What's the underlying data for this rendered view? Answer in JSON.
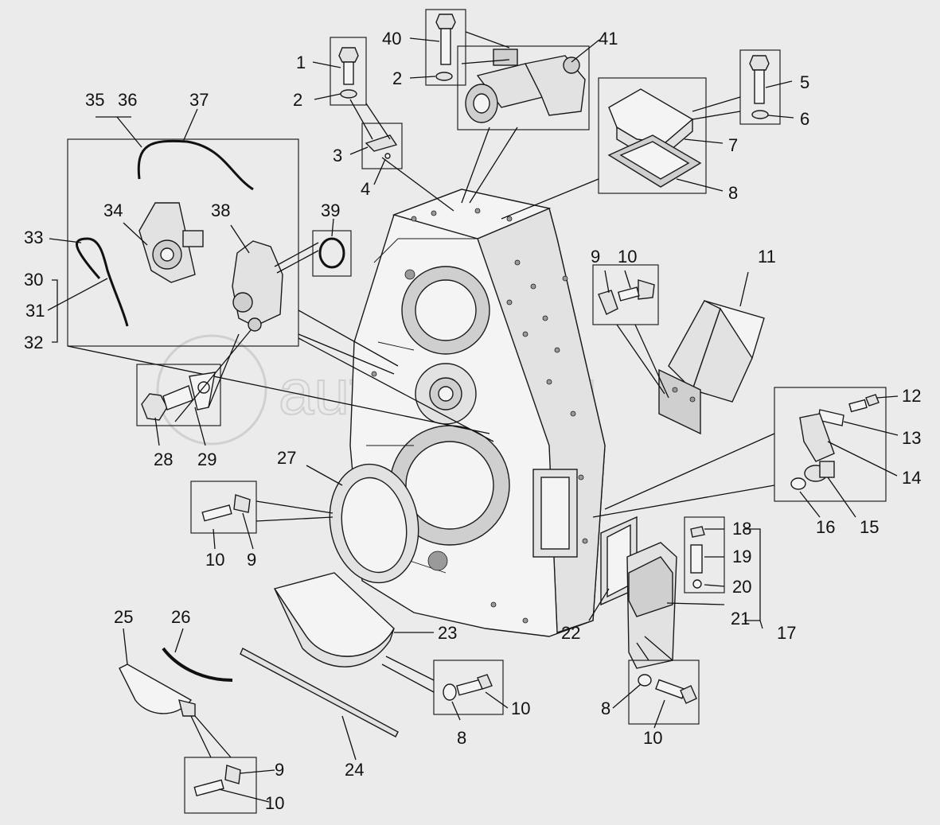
{
  "watermark": "autopiter.ru",
  "labels": [
    {
      "id": "l1",
      "text": "1"
    },
    {
      "id": "l2a",
      "text": "2"
    },
    {
      "id": "l3",
      "text": "3"
    },
    {
      "id": "l4",
      "text": "4"
    },
    {
      "id": "l40",
      "text": "40"
    },
    {
      "id": "l2b",
      "text": "2"
    },
    {
      "id": "l41",
      "text": "41"
    },
    {
      "id": "l5",
      "text": "5"
    },
    {
      "id": "l6",
      "text": "6"
    },
    {
      "id": "l7",
      "text": "7"
    },
    {
      "id": "l8a",
      "text": "8"
    },
    {
      "id": "l35",
      "text": "35"
    },
    {
      "id": "l36",
      "text": "36"
    },
    {
      "id": "l37",
      "text": "37"
    },
    {
      "id": "l34",
      "text": "34"
    },
    {
      "id": "l38",
      "text": "38"
    },
    {
      "id": "l39",
      "text": "39"
    },
    {
      "id": "l33",
      "text": "33"
    },
    {
      "id": "l30",
      "text": "30"
    },
    {
      "id": "l31",
      "text": "31"
    },
    {
      "id": "l32",
      "text": "32"
    },
    {
      "id": "l9a",
      "text": "9"
    },
    {
      "id": "l10a",
      "text": "10"
    },
    {
      "id": "l11",
      "text": "11"
    },
    {
      "id": "l12",
      "text": "12"
    },
    {
      "id": "l13",
      "text": "13"
    },
    {
      "id": "l14",
      "text": "14"
    },
    {
      "id": "l28",
      "text": "28"
    },
    {
      "id": "l29",
      "text": "29"
    },
    {
      "id": "l27",
      "text": "27"
    },
    {
      "id": "l16",
      "text": "16"
    },
    {
      "id": "l15",
      "text": "15"
    },
    {
      "id": "l10b",
      "text": "10"
    },
    {
      "id": "l9b",
      "text": "9"
    },
    {
      "id": "l18",
      "text": "18"
    },
    {
      "id": "l19",
      "text": "19"
    },
    {
      "id": "l20",
      "text": "20"
    },
    {
      "id": "l22",
      "text": "22"
    },
    {
      "id": "l21",
      "text": "21"
    },
    {
      "id": "l17",
      "text": "17"
    },
    {
      "id": "l25",
      "text": "25"
    },
    {
      "id": "l26",
      "text": "26"
    },
    {
      "id": "l23",
      "text": "23"
    },
    {
      "id": "l10c",
      "text": "10"
    },
    {
      "id": "l8b",
      "text": "8"
    },
    {
      "id": "l8c",
      "text": "8"
    },
    {
      "id": "l10d",
      "text": "10"
    },
    {
      "id": "l24",
      "text": "24"
    },
    {
      "id": "l9c",
      "text": "9"
    },
    {
      "id": "l10e",
      "text": "10"
    }
  ]
}
